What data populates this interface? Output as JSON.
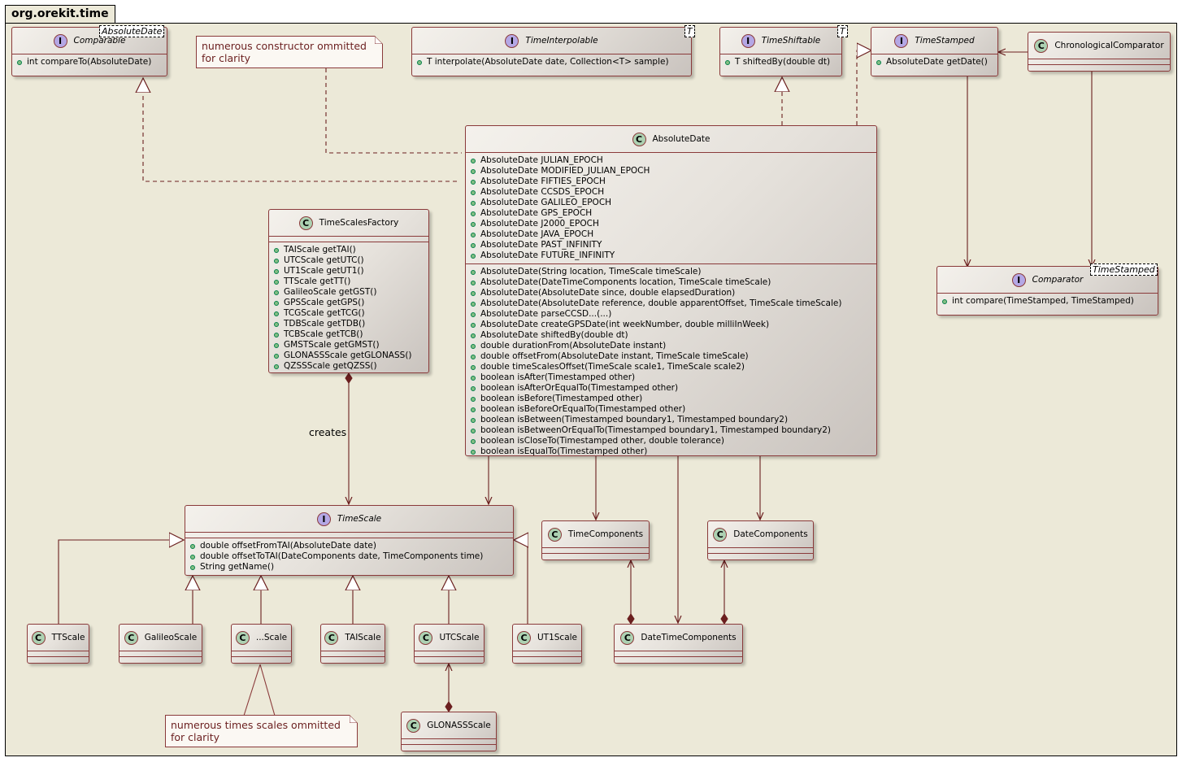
{
  "package": {
    "name": "org.orekit.time"
  },
  "classes": {
    "comparable": {
      "kind": "I",
      "name": "Comparable",
      "type_param": "AbsoluteDate",
      "methods": [
        "int compareTo(AbsoluteDate)"
      ]
    },
    "time_interpolable": {
      "kind": "I",
      "name": "TimeInterpolable",
      "type_param": "T",
      "methods": [
        "T interpolate(AbsoluteDate date, Collection<T> sample)"
      ]
    },
    "time_shiftable": {
      "kind": "I",
      "name": "TimeShiftable",
      "type_param": "T",
      "methods": [
        "T shiftedBy(double dt)"
      ]
    },
    "time_stamped": {
      "kind": "I",
      "name": "TimeStamped",
      "methods": [
        "AbsoluteDate getDate()"
      ]
    },
    "chronological_comparator": {
      "kind": "C",
      "name": "ChronologicalComparator"
    },
    "comparator": {
      "kind": "I",
      "name": "Comparator",
      "type_param": "TimeStamped",
      "methods": [
        "int  compare(TimeStamped, TimeStamped)"
      ]
    },
    "absolute_date": {
      "kind": "C",
      "name": "AbsoluteDate",
      "fields": [
        "AbsoluteDate JULIAN_EPOCH",
        "AbsoluteDate MODIFIED_JULIAN_EPOCH",
        "AbsoluteDate FIFTIES_EPOCH",
        "AbsoluteDate CCSDS_EPOCH",
        "AbsoluteDate GALILEO_EPOCH",
        "AbsoluteDate GPS_EPOCH",
        "AbsoluteDate J2000_EPOCH",
        "AbsoluteDate JAVA_EPOCH",
        "AbsoluteDate PAST_INFINITY",
        "AbsoluteDate FUTURE_INFINITY"
      ],
      "methods": [
        "AbsoluteDate(String location, TimeScale timeScale)",
        "AbsoluteDate(DateTimeComponents location, TimeScale timeScale)",
        "AbsoluteDate(AbsoluteDate since, double elapsedDuration)",
        "AbsoluteDate(AbsoluteDate reference, double apparentOffset, TimeScale timeScale)",
        "AbsoluteDate parseCCSD...(...)",
        "AbsoluteDate createGPSDate(int weekNumber, double milliInWeek)",
        "AbsoluteDate shiftedBy(double dt)",
        "double durationFrom(AbsoluteDate instant)",
        "double offsetFrom(AbsoluteDate instant, TimeScale timeScale)",
        "double timeScalesOffset(TimeScale scale1, TimeScale scale2)",
        "boolean isAfter(Timestamped other)",
        "boolean isAfterOrEqualTo(Timestamped other)",
        "boolean isBefore(Timestamped other)",
        "boolean isBeforeOrEqualTo(Timestamped other)",
        "boolean isBetween(Timestamped boundary1, Timestamped boundary2)",
        "boolean isBetweenOrEqualTo(Timestamped boundary1, Timestamped boundary2)",
        "boolean isCloseTo(Timestamped other, double tolerance)",
        "boolean isEqualTo(Timestamped other)"
      ]
    },
    "time_scales_factory": {
      "kind": "C",
      "name": "TimeScalesFactory",
      "methods": [
        "TAIScale getTAI()",
        "UTCScale getUTC()",
        "UT1Scale getUT1()",
        "TTScale getTT()",
        "GalileoScale getGST()",
        "GPSScale getGPS()",
        "TCGScale getTCG()",
        "TDBScale getTDB()",
        "TCBScale getTCB()",
        "GMSTScale getGMST()",
        "GLONASSScale getGLONASS()",
        "QZSSScale getQZSS()"
      ]
    },
    "time_scale": {
      "kind": "I",
      "name": "TimeScale",
      "methods": [
        "double offsetFromTAI(AbsoluteDate date)",
        "double offsetToTAI(DateComponents date, TimeComponents time)",
        "String getName()"
      ]
    },
    "time_components": {
      "kind": "C",
      "name": "TimeComponents"
    },
    "date_components": {
      "kind": "C",
      "name": "DateComponents"
    },
    "date_time_components": {
      "kind": "C",
      "name": "DateTimeComponents"
    },
    "tt_scale": {
      "kind": "C",
      "name": "TTScale"
    },
    "galileo_scale": {
      "kind": "C",
      "name": "GalileoScale"
    },
    "other_scale": {
      "kind": "C",
      "name": "...Scale"
    },
    "tai_scale": {
      "kind": "C",
      "name": "TAIScale"
    },
    "utc_scale": {
      "kind": "C",
      "name": "UTCScale"
    },
    "ut1_scale": {
      "kind": "C",
      "name": "UT1Scale"
    },
    "glonass_scale": {
      "kind": "C",
      "name": "GLONASSScale"
    }
  },
  "notes": {
    "constructors": [
      "numerous constructor ommitted",
      "for clarity"
    ],
    "scales": [
      "numerous times scales ommitted",
      "for clarity"
    ]
  },
  "edge_labels": {
    "creates": "creates"
  },
  "colors": {
    "package_bg": "#ECE9D8",
    "class_badge": "#ADD1B2",
    "interface_badge": "#B4A7E5",
    "arrow": "#6b1f1f"
  }
}
